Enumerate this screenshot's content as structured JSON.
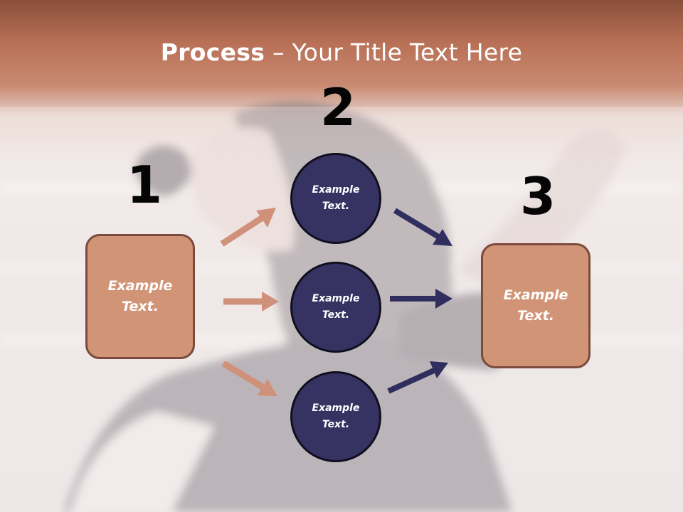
{
  "slide": {
    "title_bold": "Process",
    "title_rest": " – Your Title Text Here",
    "step_numbers": [
      "1",
      "2",
      "3"
    ],
    "left_box_text": "Example\nText.",
    "right_box_text": "Example\nText.",
    "circles": [
      {
        "text": "Example\nText."
      },
      {
        "text": "Example\nText."
      },
      {
        "text": "Example\nText."
      }
    ]
  },
  "colors": {
    "box_fill": "#d19476",
    "box_border": "#7a4b3c",
    "circle_fill": "#363363",
    "arrow_in": "#d0917a",
    "arrow_out": "#2f2e5e",
    "header_band": "#b87056"
  }
}
